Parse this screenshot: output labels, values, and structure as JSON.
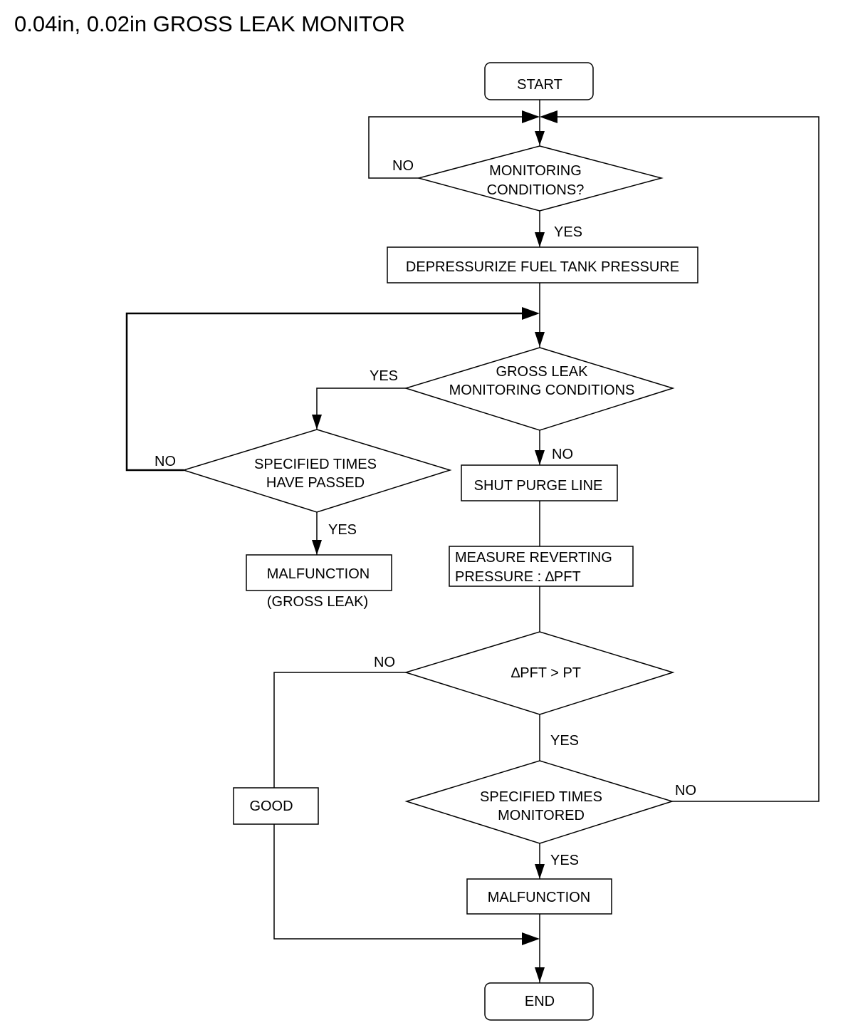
{
  "title": "0.04in, 0.02in GROSS LEAK MONITOR",
  "nodes": {
    "start": "START",
    "monitoring_conditions": [
      "MONITORING",
      "CONDITIONS?"
    ],
    "depressurize": "DEPRESSURIZE FUEL TANK PRESSURE",
    "gross_leak_conditions": [
      "GROSS LEAK",
      "MONITORING CONDITIONS"
    ],
    "specified_times_passed": [
      "SPECIFIED TIMES",
      "HAVE PASSED"
    ],
    "malfunction_gross": "MALFUNCTION",
    "gross_leak_note": "(GROSS LEAK)",
    "shut_purge": "SHUT PURGE LINE",
    "measure_reverting": [
      "MEASURE REVERTING",
      "PRESSURE : ∆PFT"
    ],
    "pft_compare": "∆PFT > PT",
    "good": "GOOD",
    "specified_times_monitored": [
      "SPECIFIED TIMES",
      "MONITORED"
    ],
    "malfunction": "MALFUNCTION",
    "end": "END"
  },
  "labels": {
    "no": "NO",
    "yes": "YES"
  }
}
